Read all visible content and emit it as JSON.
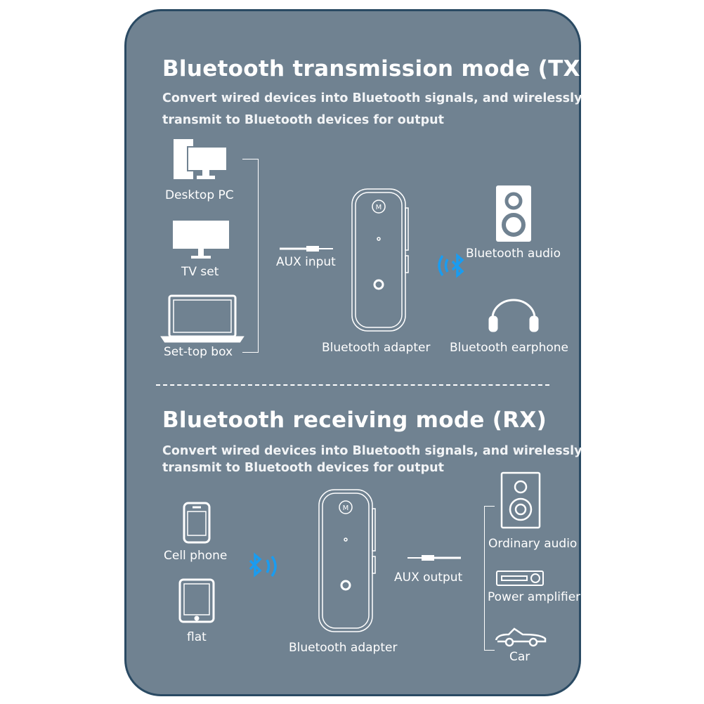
{
  "tx": {
    "title": "Bluetooth transmission mode (TX)",
    "desc1": "Convert wired devices into Bluetooth signals, and wirelessly",
    "desc2": "transmit to Bluetooth devices for output",
    "sources": [
      "Desktop PC",
      "TV set",
      "Set-top box"
    ],
    "cable": "AUX input",
    "adapter": "Bluetooth adapter",
    "outputs": [
      "Bluetooth audio",
      "Bluetooth earphone"
    ]
  },
  "rx": {
    "title": "Bluetooth receiving mode (RX)",
    "desc1": "Convert wired devices into Bluetooth signals, and wirelessly",
    "desc2": "transmit to Bluetooth devices for output",
    "sources": [
      "Cell phone",
      "flat"
    ],
    "adapter": "Bluetooth adapter",
    "cable": "AUX output",
    "outputs": [
      "Ordinary audio",
      "Power amplifier",
      "Car"
    ]
  },
  "colors": {
    "card": "#708291",
    "border": "#2a4a63",
    "bluetooth": "#1a9cf0"
  }
}
